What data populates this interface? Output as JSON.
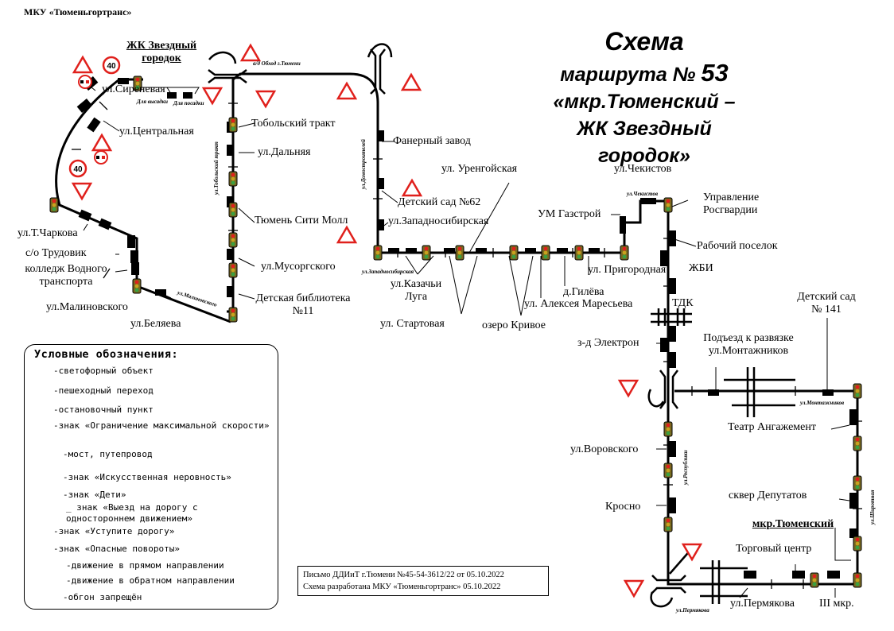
{
  "header": {
    "organization": "МКУ «Тюменьгортранс»",
    "title": "Схема",
    "route_prefix": "маршрута №",
    "route_number": "53",
    "route_name_line1": "«мкр.Тюменский –",
    "route_name_line2": "ЖК Звездный",
    "route_name_line3": "городок»"
  },
  "terminals": {
    "start_line1": "ЖК Звездный",
    "start_line2": "городок",
    "end": "мкр.Тюменский",
    "start_exit": "Для высадки",
    "start_board": "Для посадки"
  },
  "stops": {
    "sirenevaya": "ул.Сиреневая",
    "tsentralnaya": "ул.Центральная",
    "charkova": "ул.Т.Чаркова",
    "trudovik": "с/о Трудовик",
    "kolledzh_1": "колледж Водного",
    "kolledzh_2": "транспорта",
    "malinovskogo": "ул.Малиновского",
    "belyaeva": "ул.Беляева",
    "tobolsky_trakt": "Тобольский тракт",
    "dalnyaya": "ул.Дальняя",
    "city_mall": "Тюмень Сити Молл",
    "musorgskogo": "ул.Мусоргского",
    "biblioteka_1": "Детская библиотека",
    "biblioteka_2": "№11",
    "fanerny": "Фанерный завод",
    "detsad62": "Детский сад №62",
    "zapadnosibirskaya": "ул.Западносибирская",
    "urengoyskaya": "ул. Уренгойская",
    "kazachi_1": "ул.Казачьи",
    "kazachi_2": "Луга",
    "startovaya": "ул. Стартовая",
    "ozero": "озеро Кривое",
    "gilyova": "д.Гилёва",
    "maresyeva": "ул. Алексея Маресьева",
    "prigorodnaya": "ул. Пригородная",
    "um_gazstroy": "УМ Газстрой",
    "chekistov": "ул.Чекистов",
    "rosgvardia_1": "Управление",
    "rosgvardia_2": "Росгвардии",
    "rabochy": "Рабочий поселок",
    "zhbi": "ЖБИ",
    "tdk": "ТДК",
    "elektron": "з-д Электрон",
    "montazhnikov_1": "Подъезд к развязке",
    "montazhnikov_2": "ул.Монтажников",
    "detsad141_1": "Детский сад",
    "detsad141_2": "№ 141",
    "angazhement": "Театр Ангажемент",
    "vorovskogo": "ул.Воровского",
    "krosno": "Кросно",
    "skver": "сквер Депутатов",
    "torgovy": "Торговый центр",
    "permyakova": "ул.Пермякова",
    "iii_mkr": "III мкр."
  },
  "streets": {
    "obhod": "а/д Обход г.Тюмени",
    "tobolsky": "ул.Тобольский тракт",
    "domostroiteley": "ул.Домостроителей",
    "malinovskogo": "ул.Малиновского",
    "zapadnosibirskaya": "ул.Западносибирская",
    "chekistov": "ул.Чекистов",
    "respubliki": "ул.Республики",
    "montazhnikov": "ул.Монтажников",
    "shirotnaya": "ул.Широтная",
    "permyakova": "ул.Пермякова"
  },
  "legend": {
    "title": "Условные обозначения:",
    "items": [
      {
        "icon": "traffic-light-icon",
        "text": "-светофорный объект"
      },
      {
        "icon": "crosswalk-icon",
        "text": "-пешеходный переход"
      },
      {
        "icon": "bus-stop-icon",
        "text": "-остановочный пункт"
      },
      {
        "icon": "speed-limit-icon",
        "text": "-знак «Ограничение максимальной скорости»"
      },
      {
        "icon": "bridge-icon",
        "text": "-мост, путепровод"
      },
      {
        "icon": "speed-bump-sign-icon",
        "text": "-знак «Искусственная неровность»"
      },
      {
        "icon": "children-sign-icon",
        "text": "-знак «Дети»"
      },
      {
        "icon": "one-way-sign-icon",
        "text": "_ знак «Выезд на дорогу с одностороннем движением»"
      },
      {
        "icon": "yield-sign-icon",
        "text": "-знак «Уступите дорогу»"
      },
      {
        "icon": "dangerous-turns-sign-icon",
        "text": "-знак «Опасные повороты»"
      },
      {
        "icon": "forward-arrow-icon",
        "text": "-движение в прямом направлении"
      },
      {
        "icon": "reverse-arrow-icon",
        "text": "-движение в обратном направлении"
      },
      {
        "icon": "no-overtaking-sign-icon",
        "text": "-обгон запрещён"
      }
    ],
    "speed_value": "40"
  },
  "footer": {
    "letter": "Письмо ДДИиТ г.Тюмени №45-54-3612/22 от 05.10.2022",
    "developer": "Схема разработана МКУ «Тюменьгортранс» 05.10.2022"
  },
  "colors": {
    "route_line": "#000000",
    "sign_red": "#e0201c",
    "forward_arrow": "#e0201c",
    "reverse_arrow": "#1f3fd0",
    "traffic_light_body": "#7a6a20",
    "traffic_light_lamp": "#c8a21e"
  }
}
